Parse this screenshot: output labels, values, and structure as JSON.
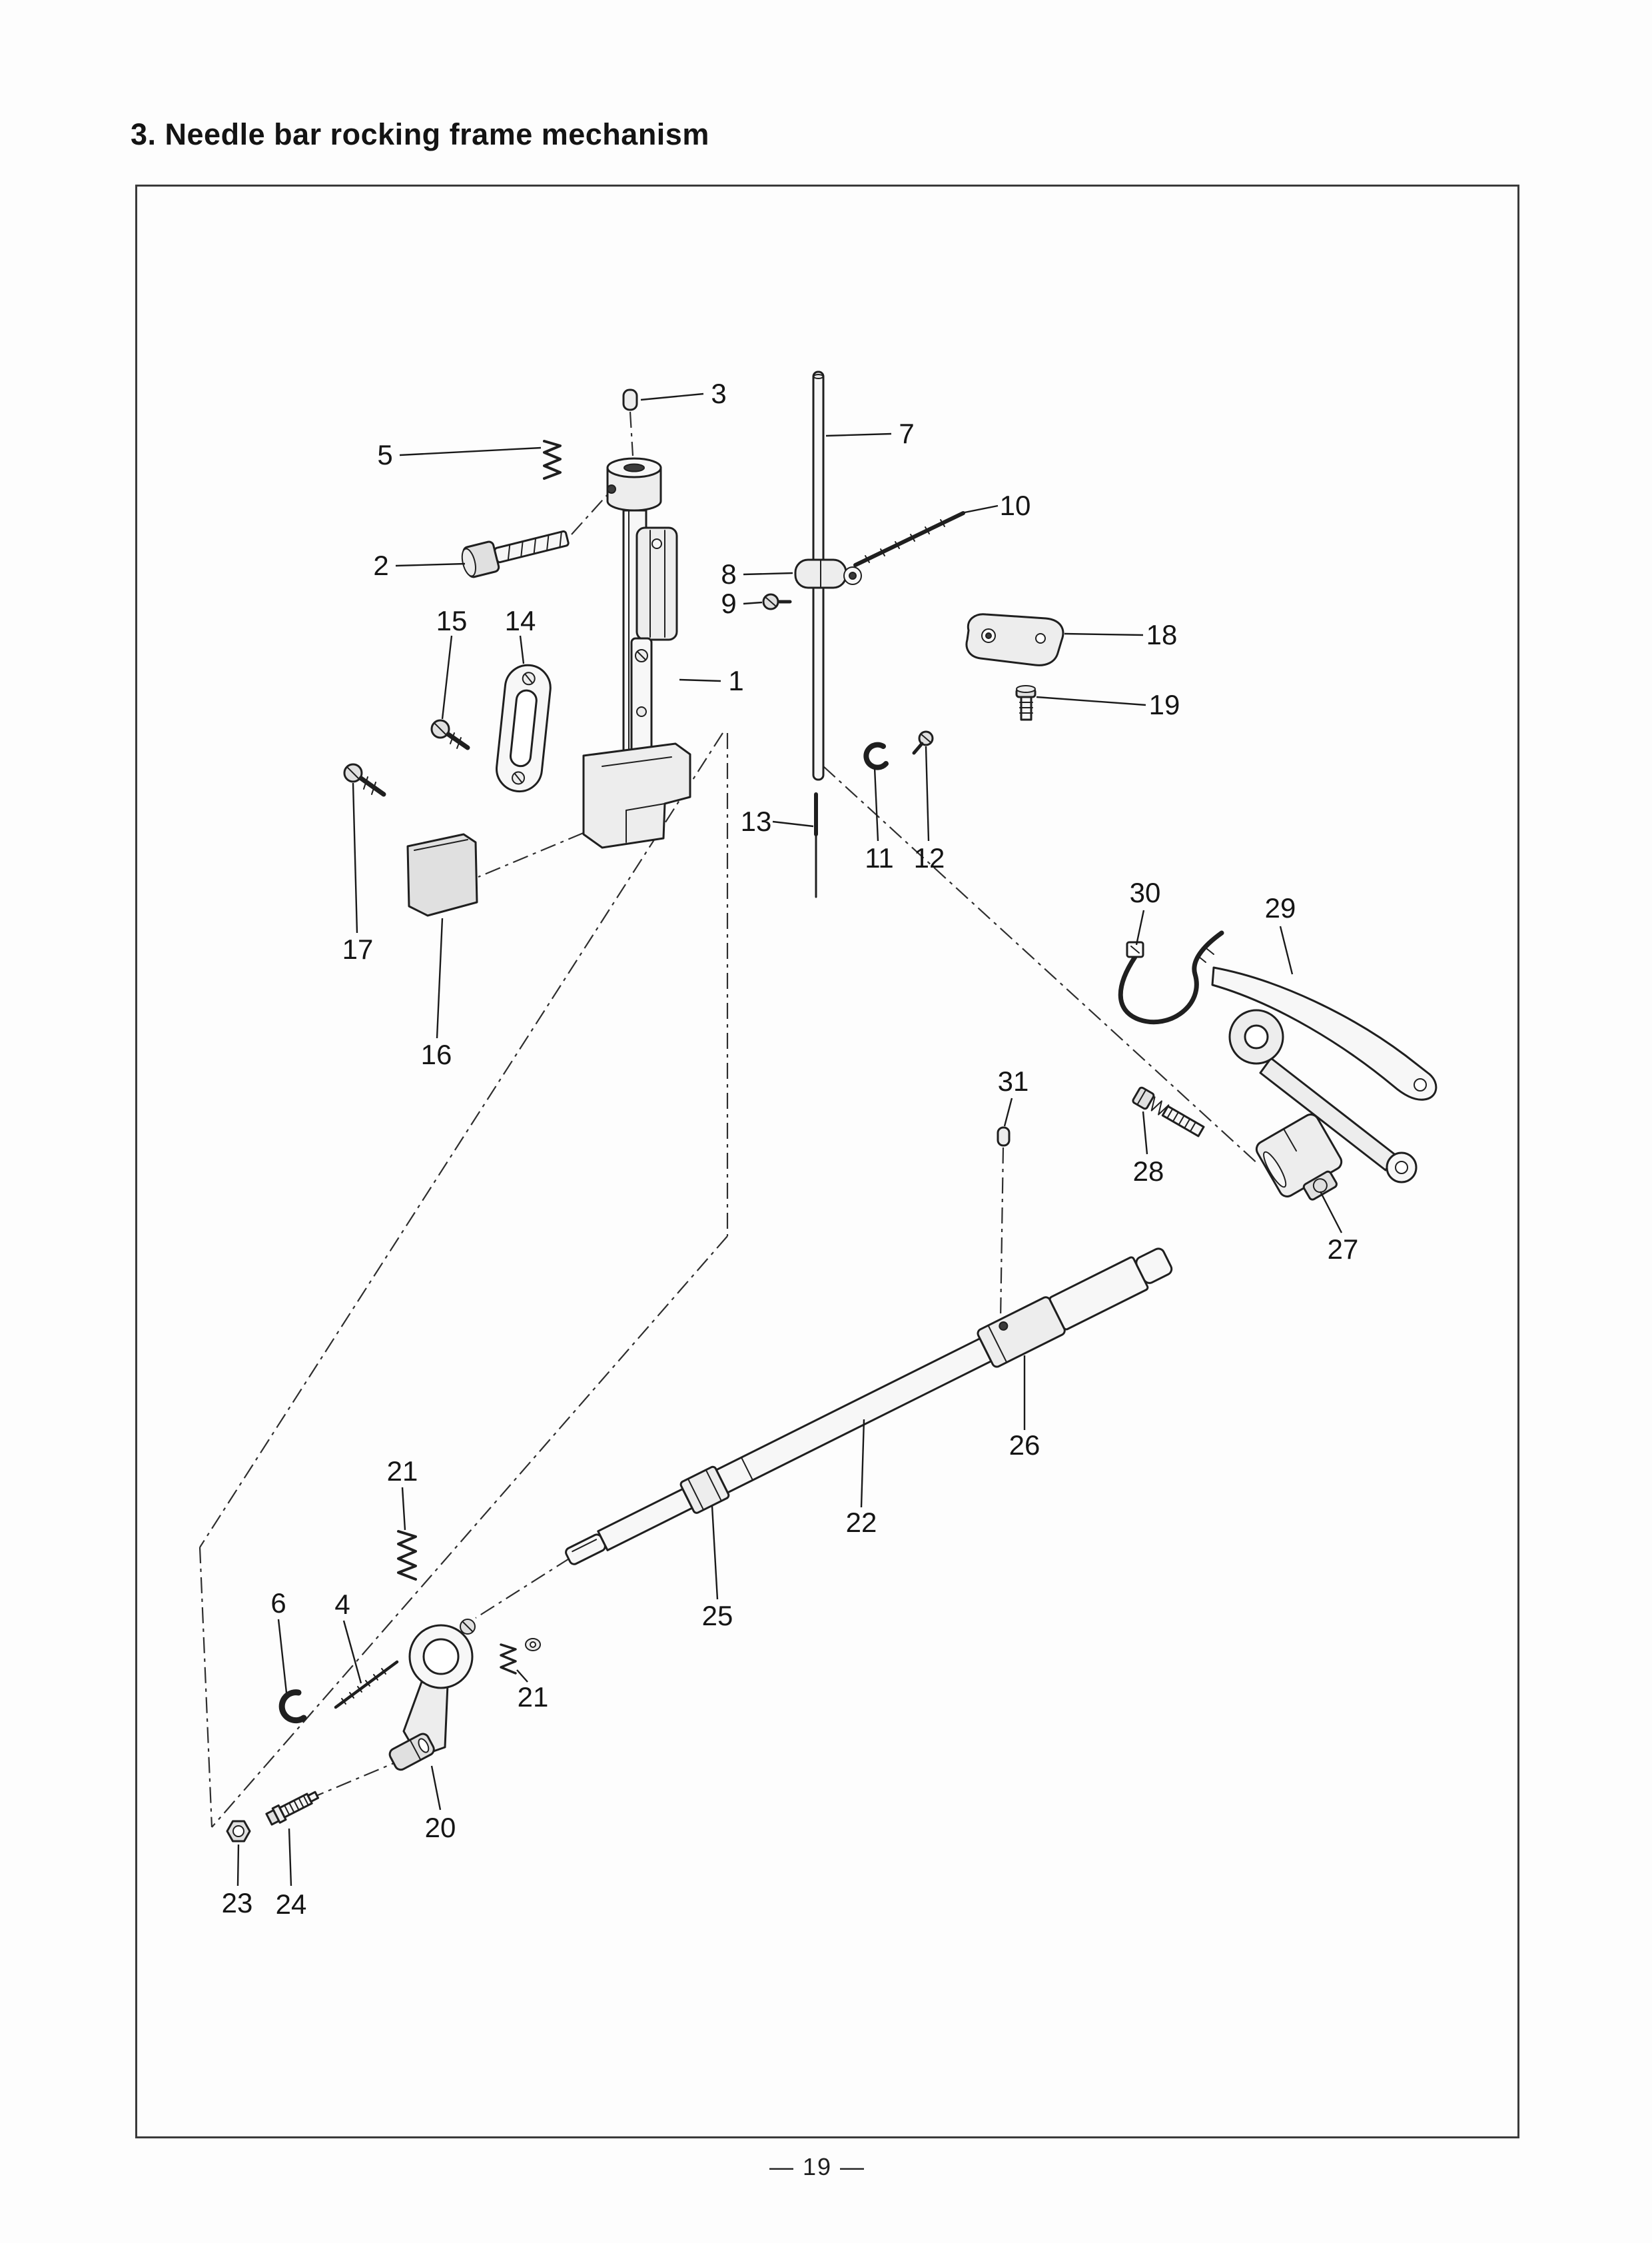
{
  "page": {
    "title": "3. Needle bar rocking frame mechanism",
    "page_number": "— 19 —"
  },
  "labels": [
    "3",
    "5",
    "7",
    "10",
    "2",
    "8",
    "9",
    "15",
    "14",
    "18",
    "1",
    "19",
    "13",
    "11",
    "12",
    "17",
    "30",
    "29",
    "16",
    "31",
    "28",
    "27",
    "26",
    "21",
    "22",
    "6",
    "4",
    "25",
    "21",
    "20",
    "23",
    "24"
  ]
}
